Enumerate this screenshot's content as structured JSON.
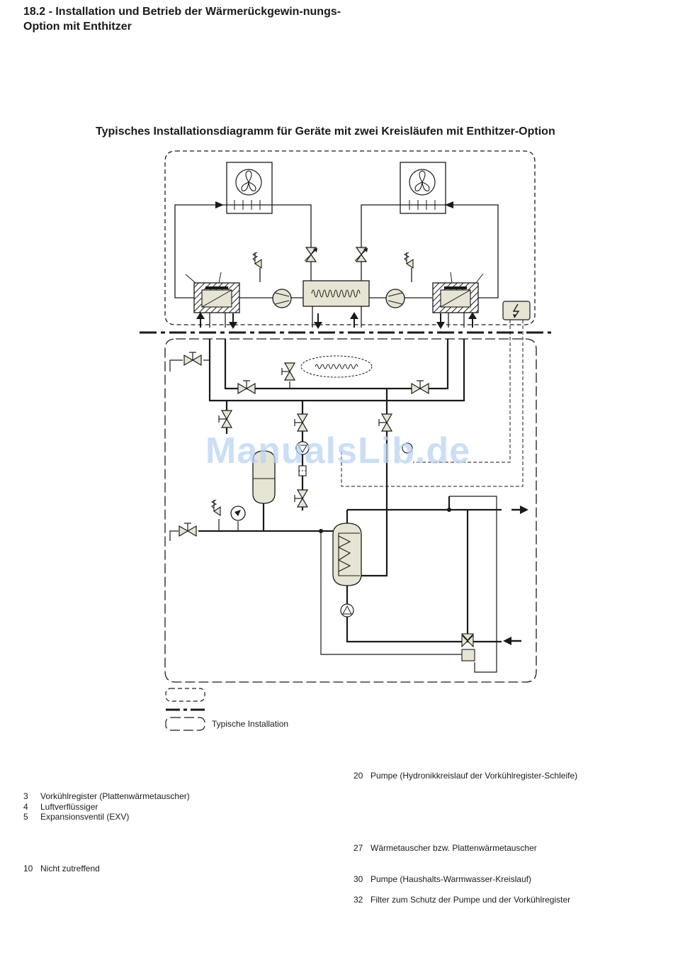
{
  "heading": "18.2 - Installation und Betrieb der Wärmerückgewin-nungs-Option mit Enthitzer",
  "diagram_title": "Typisches Installationsdiagramm für Geräte mit zwei Kreisläufen mit Enthitzer-Option",
  "legend": {
    "typical_installation": "Typische Installation"
  },
  "watermark": "ManualsLib.de",
  "key_left": [
    {
      "num": "3",
      "text": "Vorkühlregister (Plattenwärmetauscher)"
    },
    {
      "num": "4",
      "text": "Luftverflüssiger"
    },
    {
      "num": "5",
      "text": "Expansionsventil (EXV)"
    },
    {
      "num": "10",
      "text": "Nicht zutreffend"
    }
  ],
  "key_right": [
    {
      "num": "20",
      "text": "Pumpe (Hydronikkreislauf der Vorkühlregister-Schleife)"
    },
    {
      "num": "27",
      "text": "Wärmetauscher bzw. Plattenwärmetauscher"
    },
    {
      "num": "30",
      "text": "Pumpe (Haushalts-Warmwasser-Kreislauf)"
    },
    {
      "num": "32",
      "text": "Filter zum Schutz der Pumpe und der Vorkühlregister"
    }
  ],
  "colors": {
    "component_fill": "#e6e4d2",
    "line": "#1a1a1a",
    "watermark": "#b9d3f5"
  }
}
